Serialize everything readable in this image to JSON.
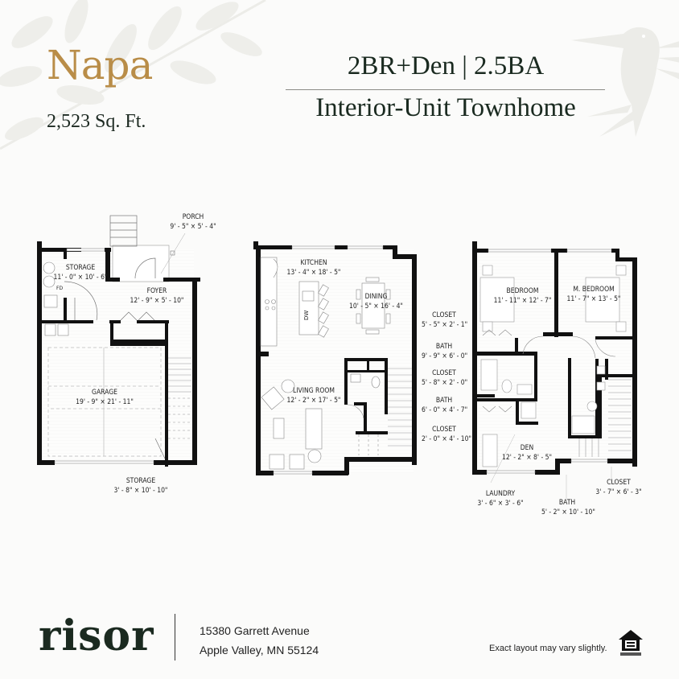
{
  "header": {
    "model_name": "Napa",
    "square_feet": "2,523 Sq. Ft.",
    "bed_bath": "2BR+Den | 2.5BA",
    "unit_type": "Interior-Unit Townhome"
  },
  "colors": {
    "accent_gold": "#b98d48",
    "text_dark_green": "#1a2a20",
    "background": "#fbfbfa",
    "decor_gray": "#eeeeea",
    "wall": "#111111"
  },
  "floors": [
    {
      "name": "lower-level",
      "rooms": [
        {
          "name": "PORCH",
          "dim": "9' - 5\" × 5' - 4\""
        },
        {
          "name": "STORAGE",
          "dim": "11' - 0\" × 10' - 6\""
        },
        {
          "name": "FOYER",
          "dim": "12' - 9\" × 5' - 10\""
        },
        {
          "name": "GARAGE",
          "dim": "19' - 9\" × 21' - 11\""
        },
        {
          "name": "STORAGE",
          "dim": "3' - 8\" × 10' - 10\""
        }
      ],
      "fixture_labels": {
        "fd": "FD"
      }
    },
    {
      "name": "main-level",
      "rooms": [
        {
          "name": "KITCHEN",
          "dim": "13' - 4\" × 18' - 5\""
        },
        {
          "name": "DINING",
          "dim": "10' - 5\" × 16' - 4\""
        },
        {
          "name": "LIVING ROOM",
          "dim": "12' - 2\" × 17' - 5\""
        }
      ],
      "fixture_labels": {
        "dw": "DW"
      }
    },
    {
      "name": "upper-level",
      "rooms": [
        {
          "name": "BEDROOM",
          "dim": "11' - 11\" × 12' - 7\""
        },
        {
          "name": "M. BEDROOM",
          "dim": "11' - 7\" × 13' - 5\""
        },
        {
          "name": "CLOSET",
          "dim": "5' - 5\" × 2' - 1\""
        },
        {
          "name": "BATH",
          "dim": "9' - 9\" × 6' - 0\""
        },
        {
          "name": "CLOSET",
          "dim": "5' - 8\" × 2' - 0\""
        },
        {
          "name": "BATH",
          "dim": "6' - 0\" × 4' - 7\""
        },
        {
          "name": "CLOSET",
          "dim": "2' - 0\" × 4' - 10\""
        },
        {
          "name": "DEN",
          "dim": "12' - 2\" × 8' - 5\""
        },
        {
          "name": "LAUNDRY",
          "dim": "3' - 6\" × 3' - 6\""
        },
        {
          "name": "BATH",
          "dim": "5' - 2\" × 10' - 10\""
        },
        {
          "name": "CLOSET",
          "dim": "3' - 7\" × 6' - 3\""
        }
      ]
    }
  ],
  "footer": {
    "brand": "risor",
    "address_line1": "15380 Garrett Avenue",
    "address_line2": "Apple Valley, MN 55124",
    "disclaimer": "Exact layout may vary slightly.",
    "icons": [
      "equal-housing-opportunity-icon",
      "leaf-branch-decoration",
      "hummingbird-decoration"
    ]
  }
}
